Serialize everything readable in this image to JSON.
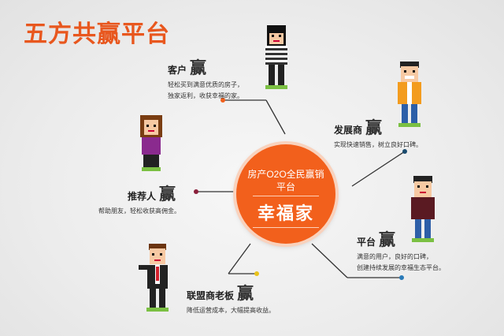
{
  "title": "五方共赢平台",
  "hub": {
    "line1": "房产O2O全民赢销",
    "line2": "平台",
    "brand": "幸福家"
  },
  "win_char": "赢",
  "roles": {
    "customer": {
      "name": "客户",
      "desc1": "轻松买到满意优质的房子，",
      "desc2": "独家返利，收获幸福的家。"
    },
    "developer": {
      "name": "发展商",
      "desc1": "实现快速销售，树立良好口碑。"
    },
    "referrer": {
      "name": "推荐人",
      "desc1": "帮助朋友，轻松收获高佣金。"
    },
    "platform": {
      "name": "平台",
      "desc1": "满意的用户，良好的口碑，",
      "desc2": "创建持续发展的幸福生态平台。"
    },
    "franchise": {
      "name": "联盟商老板",
      "desc1": "降低运营成本，大幅提高收益。"
    }
  },
  "colors": {
    "accent": "#f2601c",
    "title": "#e8571e",
    "line": "#333333"
  }
}
